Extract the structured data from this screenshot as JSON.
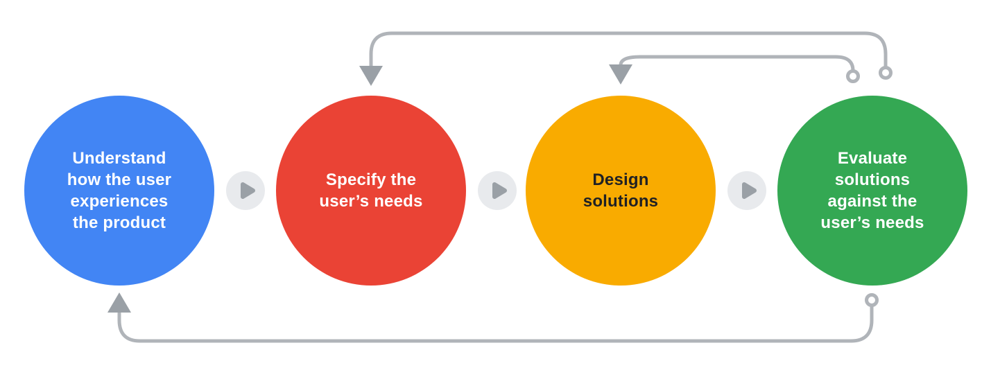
{
  "diagram": {
    "steps": [
      {
        "id": "understand",
        "label_lines": [
          "Understand",
          "how the user",
          "experiences",
          "the product"
        ],
        "color": "#4285F4",
        "text_color": "#FFFFFF"
      },
      {
        "id": "specify",
        "label_lines": [
          "Specify the",
          "user’s needs"
        ],
        "color": "#EA4335",
        "text_color": "#FFFFFF"
      },
      {
        "id": "design",
        "label_lines": [
          "Design",
          "solutions"
        ],
        "color": "#F9AB00",
        "text_color": "#202124"
      },
      {
        "id": "evaluate",
        "label_lines": [
          "Evaluate",
          "solutions",
          "against the",
          "user’s needs"
        ],
        "color": "#34A853",
        "text_color": "#FFFFFF"
      }
    ],
    "flow_badge": {
      "icon": "play-triangle-icon",
      "bg": "#E8EAED",
      "fg": "#9AA0A6"
    },
    "feedback": {
      "line_color": "#B0B4B9",
      "arrowhead_color": "#9AA0A6",
      "dot_fill": "#FFFFFF",
      "loops": [
        {
          "from": "evaluate",
          "to": "specify",
          "position": "top-outer"
        },
        {
          "from": "evaluate",
          "to": "design",
          "position": "top-inner"
        },
        {
          "from": "evaluate",
          "to": "understand",
          "position": "bottom"
        }
      ]
    }
  }
}
